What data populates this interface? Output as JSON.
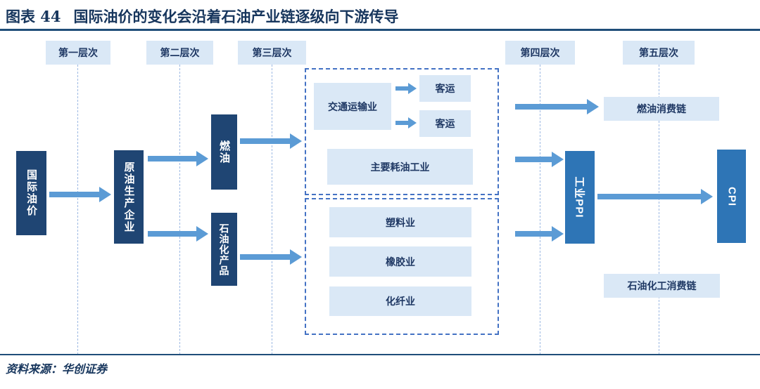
{
  "title": {
    "prefix": "图表 44",
    "text": "国际油价的变化会沿着石油产业链逐级向下游传导"
  },
  "levels": [
    "第一层次",
    "第二层次",
    "第三层次",
    "第四层次",
    "第五层次"
  ],
  "nodes": {
    "oil_price": "国际油价",
    "crude_producers": "原油生产企业",
    "fuel": "燃油",
    "petrochemical": "石油化产品",
    "transport": "交通运输业",
    "passenger_1": "客运",
    "passenger_2": "客运",
    "major_oil_industry": "主要耗油工业",
    "plastics": "塑料业",
    "rubber": "橡胶业",
    "chemical_fiber": "化纤业",
    "industrial_ppi": "工业PPI",
    "fuel_consumption_chain": "燃油消费链",
    "petrochemical_consumption_chain": "石油化工消费链",
    "cpi": "CPI"
  },
  "source": "资料来源：华创证券",
  "colors": {
    "dark_box": "#1F4573",
    "mid_box": "#2E75B6",
    "light_box": "#DAE8F6",
    "arrow": "#5B9BD5",
    "navy_text": "#1F3864",
    "dashed_border": "#4472C4",
    "divider": "#9DB9E3",
    "title_text": "#17365D",
    "rule": "#1F4E79"
  }
}
